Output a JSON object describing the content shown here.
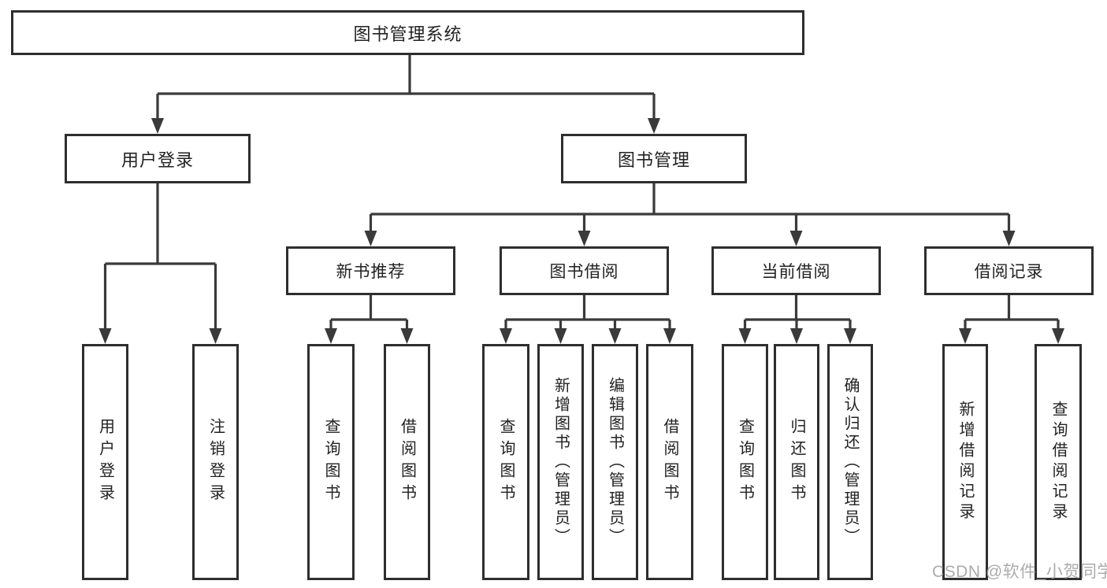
{
  "tree": {
    "root": {
      "label": "图书管理系统"
    },
    "branches": [
      {
        "label": "用户登录",
        "children": [
          {
            "label": "用户登录"
          },
          {
            "label": "注销登录"
          }
        ]
      },
      {
        "label": "图书管理",
        "children": [
          {
            "label": "新书推荐",
            "children": [
              {
                "label": "查询图书"
              },
              {
                "label": "借阅图书"
              }
            ]
          },
          {
            "label": "图书借阅",
            "children": [
              {
                "label": "查询图书"
              },
              {
                "label": "新增图书（管理员）"
              },
              {
                "label": "编辑图书（管理员）"
              },
              {
                "label": "借阅图书"
              }
            ]
          },
          {
            "label": "当前借阅",
            "children": [
              {
                "label": "查询图书"
              },
              {
                "label": "归还图书"
              },
              {
                "label": "确认归还（管理员）"
              }
            ]
          },
          {
            "label": "借阅记录",
            "children": [
              {
                "label": "新增借阅记录"
              },
              {
                "label": "查询借阅记录"
              }
            ]
          }
        ]
      }
    ]
  },
  "watermark": {
    "text": "CSDN @软件_小贺同学"
  },
  "colors": {
    "line": "#3a3a3a",
    "box_border": "#2e2e2e",
    "text": "#222222",
    "watermark": "#a3a3a3",
    "background": "#ffffff"
  }
}
